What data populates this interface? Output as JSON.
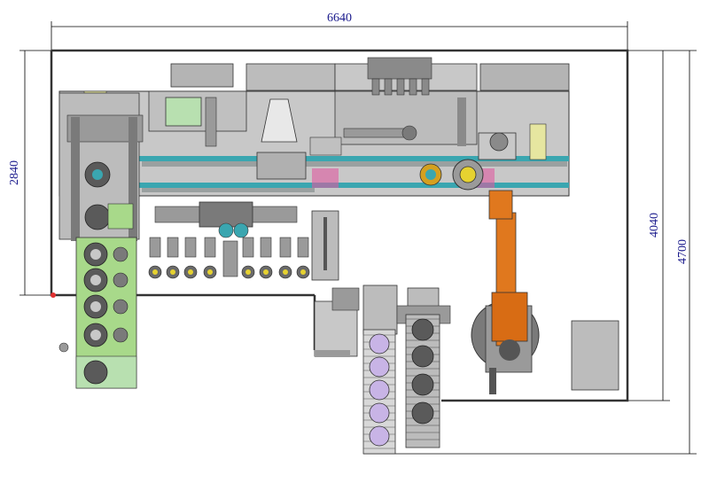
{
  "dimensions": {
    "top_width": "6640",
    "left_height": "2840",
    "right_inner_height": "4040",
    "right_outer_height": "4700"
  },
  "colors": {
    "dimension_text": "#1a1a8c",
    "line": "#000000",
    "machine_gray": "#c8c8c8",
    "dark_gray": "#9a9a9a",
    "rail_teal": "#3aa6b0",
    "rail_magenta": "#e05aa0",
    "tray_green": "#a8d98a",
    "pad_green": "#b8e0b0",
    "robot_orange": "#e0781e",
    "roller_purple": "#c8b4e6",
    "yellow": "#e6d230"
  },
  "icons": [
    "robot-arm-icon",
    "conveyor-icon",
    "spindle-icon"
  ]
}
